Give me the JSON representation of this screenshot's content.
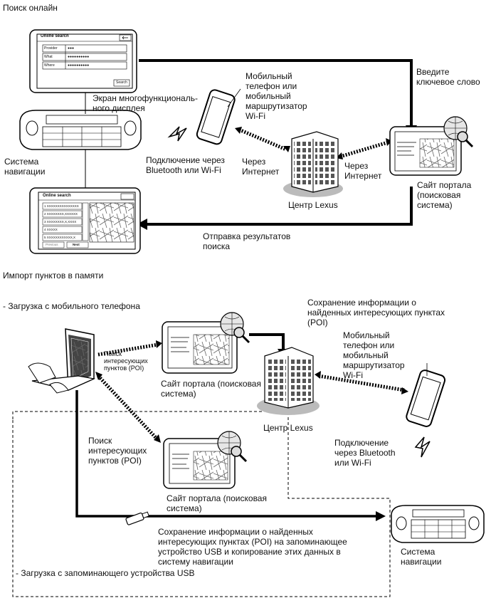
{
  "section1": {
    "title": "Поиск онлайн",
    "display_label": "Экран многофункциональ-\nного дисплея",
    "nav_system": "Система\nнавигации",
    "phone_label": "Мобильный\nтелефон или\nмобильный\nмаршрутизатор\nWi-Fi",
    "bt_label": "Подключение через\nBluetooth или Wi-Fi",
    "via_internet_left": "Через\nИнтернет",
    "via_internet_right": "Через\nИнтернет",
    "lexus_center": "Центр Lexus",
    "enter_keyword": "Введите\nключевое слово",
    "portal_site": "Сайт портала\n(поисковая\nсистема)",
    "send_results": "Отправка результатов\nпоиска",
    "screen1": {
      "title": "Online search",
      "fields": [
        "Provider",
        "What",
        "Where"
      ],
      "values": [
        "●●●",
        "●●●●●●●●●●",
        "●●●●●●●●●●"
      ],
      "button": "Search"
    },
    "screen2": {
      "title": "Online search",
      "rows": [
        "1 XXXXXXXXXXXXXXX",
        "2 XXXXXXXX,XXXXXX",
        "3 XXXXXXXX,X,XXXX",
        "4 XXXXX",
        "5 XXXXXXXXXXXX,X"
      ],
      "previous": "Previous",
      "next": "Next"
    }
  },
  "section2": {
    "title": "Импорт пунктов в памяти",
    "subtitle_phone": "- Загрузка с мобильного телефона",
    "save_poi": "Сохранение информации о\nнайденных интересующих пунктах\n(POI)",
    "poi_search_small": "Поиск\nинтересующих\nпунктов (POI)",
    "portal_site_1": "Сайт портала (поисковая\nсистема)",
    "phone_label": "Мобильный\nтелефон или\nмобильный\nмаршрутизатор\nWi-Fi",
    "lexus_center": "Центр Lexus",
    "bt_label": "Подключение\nчерез Bluetooth\nили Wi-Fi",
    "poi_search": "Поиск\nинтересующих\nпунктов (POI)",
    "portal_site_2": "Сайт портала (поисковая\nсистема)",
    "usb_save": "Сохранение информации о найденных\nинтересующих пунктах (POI) на запоминающее\nустройство USB и копирование этих данных в\nсистему навигации",
    "nav_system": "Система\nнавигации",
    "subtitle_usb": "- Загрузка с запоминающего устройства USB"
  }
}
